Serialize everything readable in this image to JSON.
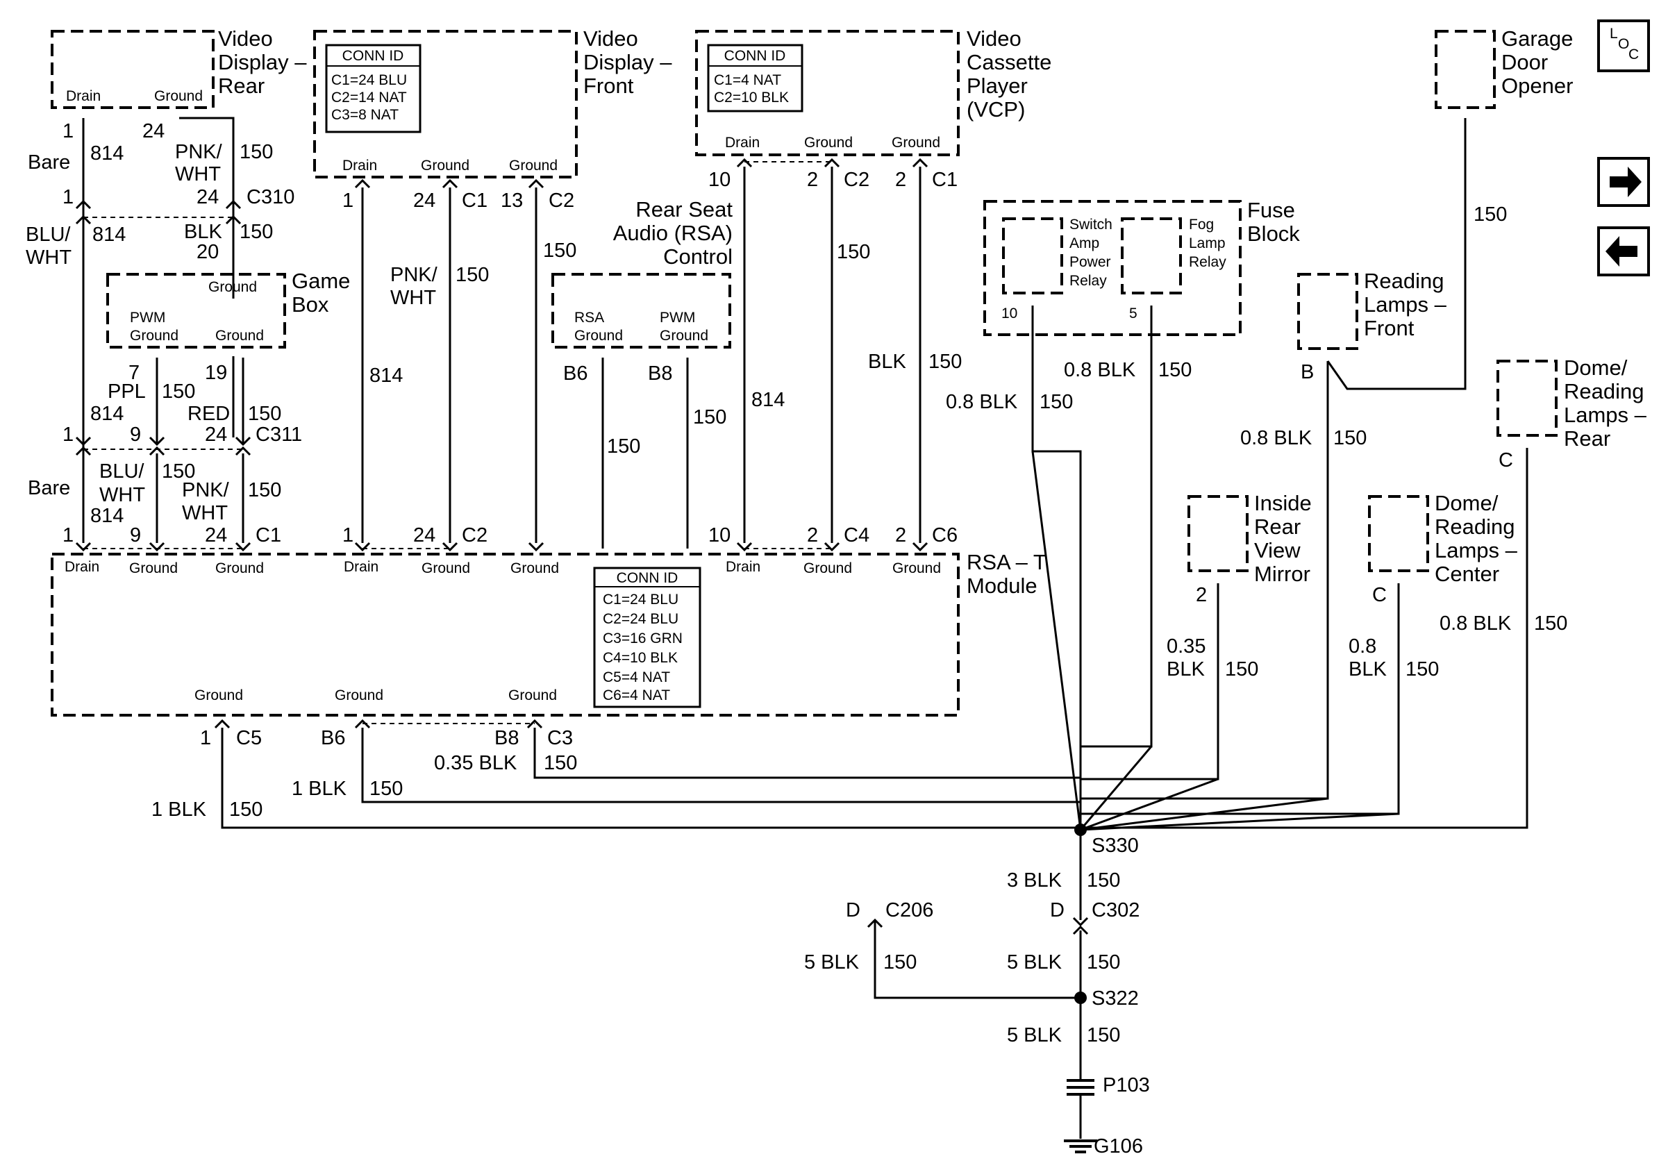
{
  "components": {
    "video_display_rear": [
      "Video",
      "Display –",
      "Rear"
    ],
    "video_display_front": [
      "Video",
      "Display –",
      "Front"
    ],
    "vcp": [
      "Video",
      "Cassette",
      "Player",
      "(VCP)"
    ],
    "garage_door": [
      "Garage",
      "Door",
      "Opener"
    ],
    "fuse_block": [
      "Fuse",
      "Block"
    ],
    "switch_amp_relay": [
      "Switch",
      "Amp",
      "Power",
      "Relay"
    ],
    "fog_lamp_relay": [
      "Fog",
      "Lamp",
      "Relay"
    ],
    "reading_front": [
      "Reading",
      "Lamps –",
      "Front"
    ],
    "dome_rear": [
      "Dome/",
      "Reading",
      "Lamps –",
      "Rear"
    ],
    "game_box": [
      "Game",
      "Box"
    ],
    "rsa_control": [
      "Rear Seat",
      "Audio (RSA)",
      "Control"
    ],
    "inside_mirror": [
      "Inside",
      "Rear",
      "View",
      "Mirror"
    ],
    "dome_center": [
      "Dome/",
      "Reading",
      "Lamps –",
      "Center"
    ],
    "rsa_module": [
      "RSA – T",
      "Module"
    ]
  },
  "conn_ids": {
    "front": {
      "title": "CONN ID",
      "lines": [
        "C1=24 BLU",
        "C2=14 NAT",
        "C3=8 NAT"
      ]
    },
    "vcp": {
      "title": "CONN ID",
      "lines": [
        "C1=4 NAT",
        "C2=10 BLK"
      ]
    },
    "module": {
      "title": "CONN ID",
      "lines": [
        "C1=24 BLU",
        "C2=24 BLU",
        "C3=16 GRN",
        "C4=10 BLK",
        "C5=4 NAT",
        "C6=4 NAT"
      ]
    }
  },
  "pins": {
    "drain": "Drain",
    "ground": "Ground",
    "pwm_ground": [
      "PWM",
      "Ground"
    ],
    "rsa_ground": [
      "RSA",
      "Ground"
    ],
    "relay_10": "10",
    "relay_5": "5"
  },
  "terms": {
    "t1": "1",
    "t24": "24",
    "t7": "7",
    "t19": "19",
    "t9": "9",
    "t20": "20",
    "t13": "13",
    "t10": "10",
    "t2": "2",
    "B": "B",
    "C": "C",
    "D": "D",
    "B6": "B6",
    "B8": "B8"
  },
  "wire_labels": {
    "n814": "814",
    "n150": "150",
    "bare": "Bare",
    "blu": "BLU/",
    "wht": "WHT",
    "pnk": "PNK/",
    "blk": "BLK",
    "ppl": "PPL",
    "red": "RED",
    "blk08": "0.8 BLK",
    "blk035": "0.35 BLK",
    "s035": "0.35",
    "s08": "0.8",
    "blk1": "1 BLK",
    "blk3": "3 BLK",
    "blk5": "5 BLK"
  },
  "connectors": {
    "C1": "C1",
    "C2": "C2",
    "C3": "C3",
    "C4": "C4",
    "C5": "C5",
    "C6": "C6",
    "C310": "C310",
    "C311": "C311",
    "C206": "C206",
    "C302": "C302"
  },
  "splices": {
    "S330": "S330",
    "S322": "S322"
  },
  "grounds": {
    "P103": "P103",
    "G106": "G106"
  },
  "loc_icon": {
    "L": "L",
    "O": "O",
    "C": "C"
  }
}
